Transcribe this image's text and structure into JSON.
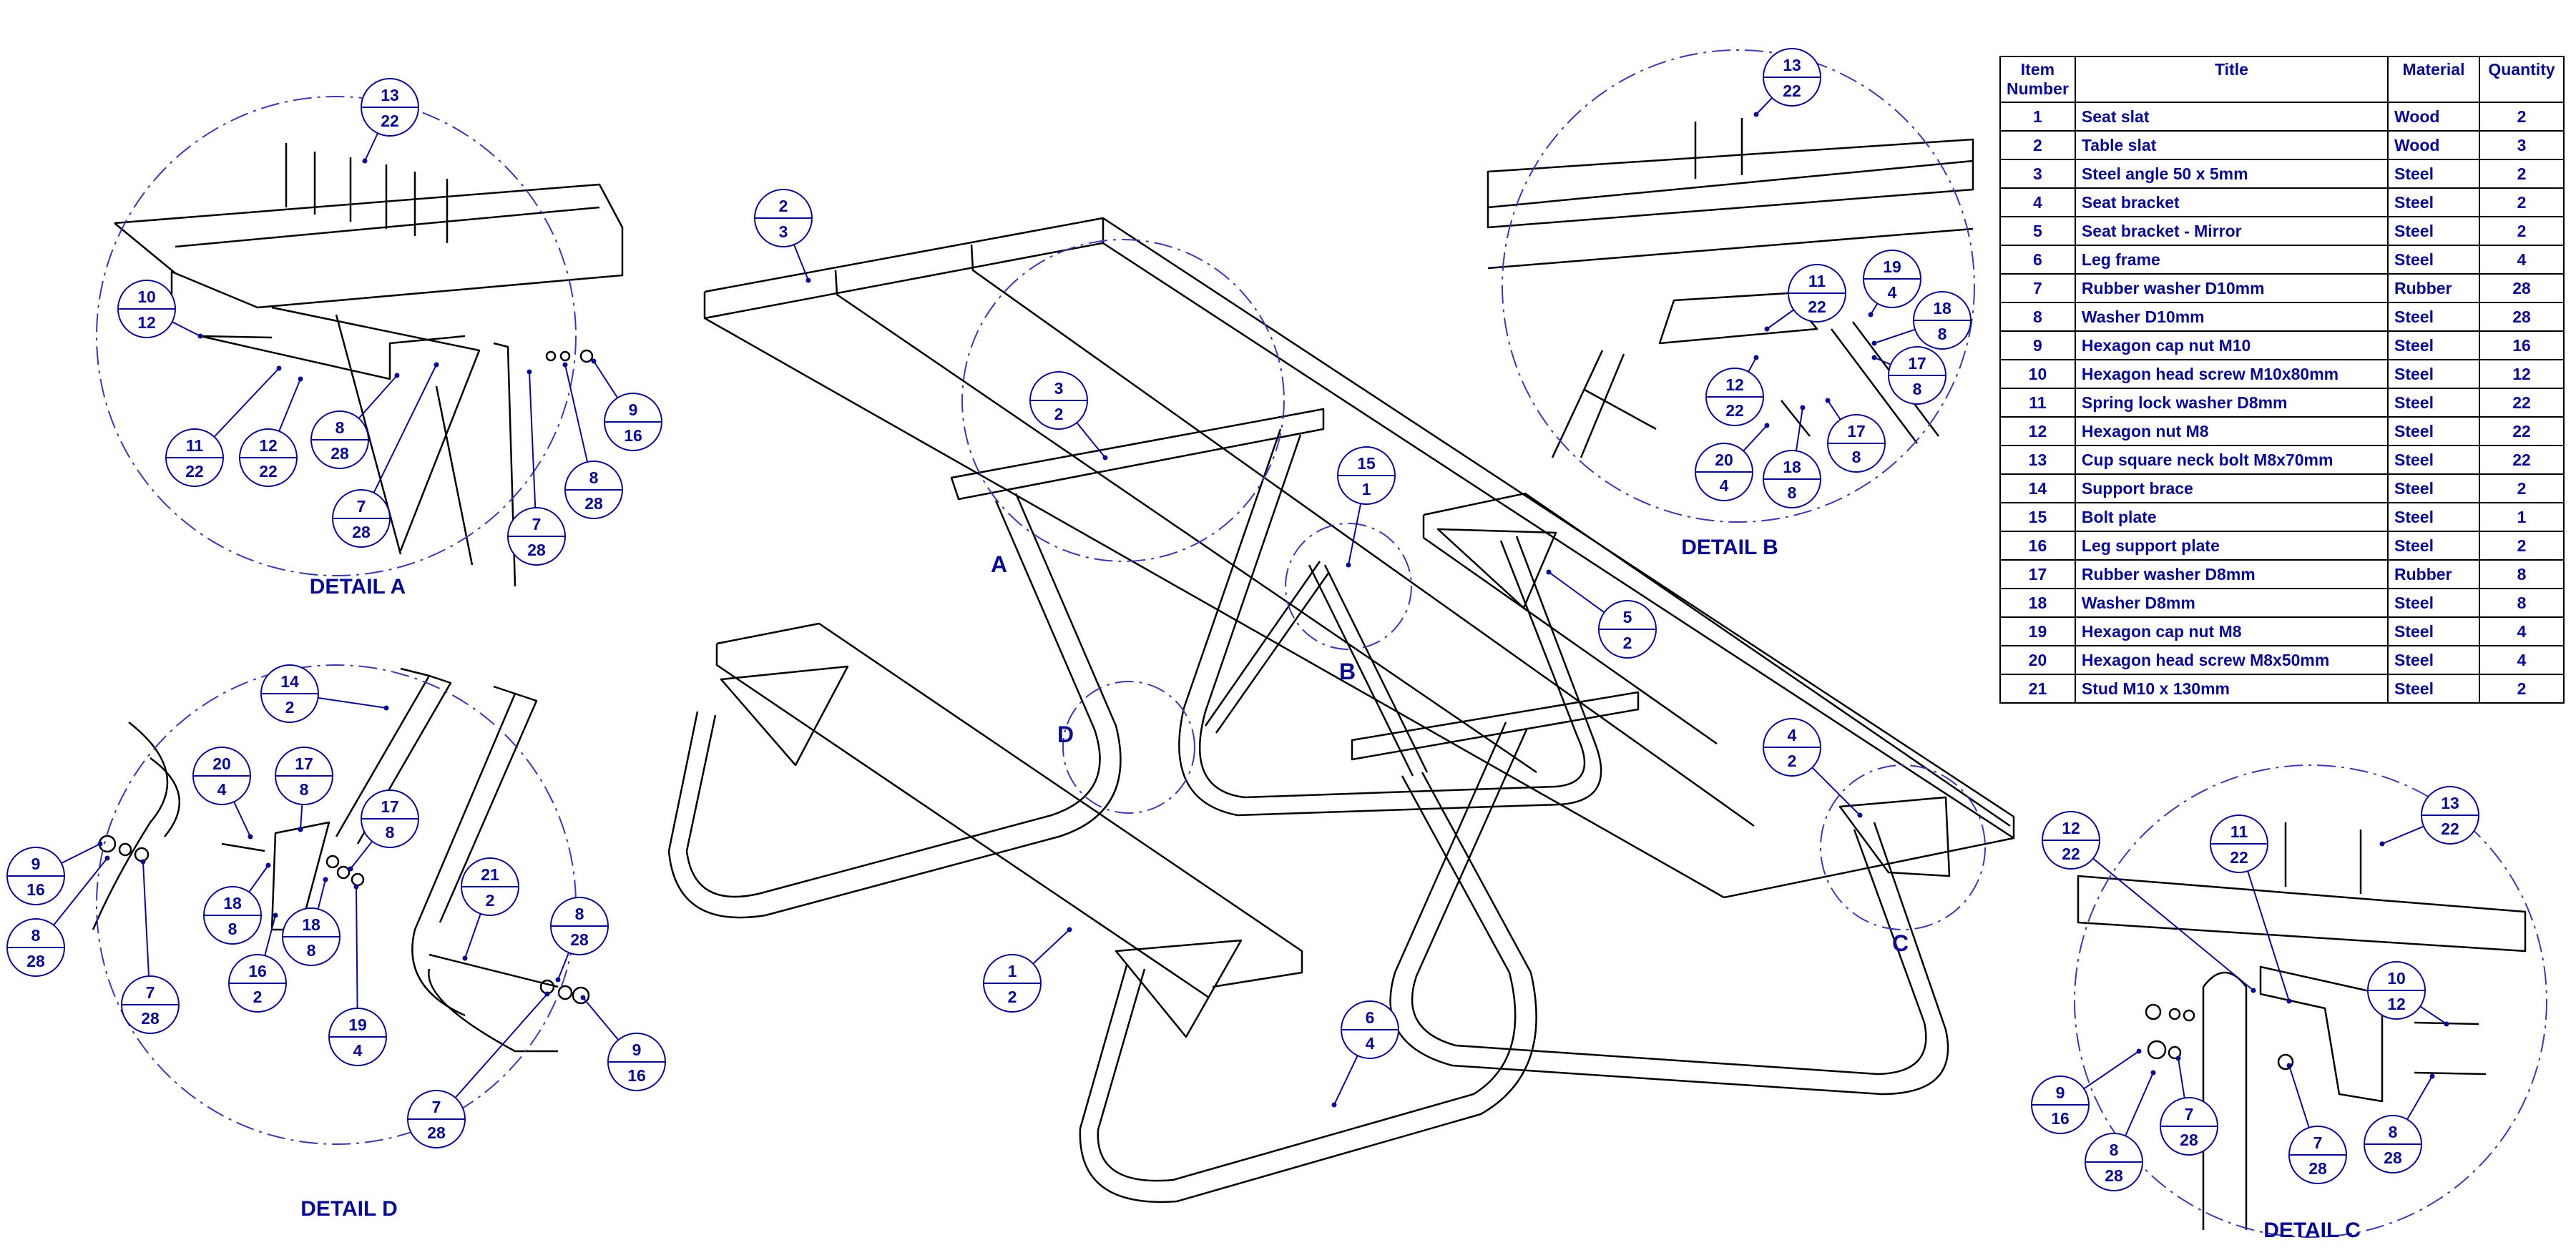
{
  "bom": {
    "headers": [
      "Item Number",
      "Title",
      "Material",
      "Quantity"
    ],
    "rows": [
      {
        "item": "1",
        "title": "Seat slat",
        "material": "Wood",
        "qty": "2"
      },
      {
        "item": "2",
        "title": "Table slat",
        "material": "Wood",
        "qty": "3"
      },
      {
        "item": "3",
        "title": "Steel angle 50 x 5mm",
        "material": "Steel",
        "qty": "2"
      },
      {
        "item": "4",
        "title": "Seat bracket",
        "material": "Steel",
        "qty": "2"
      },
      {
        "item": "5",
        "title": "Seat bracket - Mirror",
        "material": "Steel",
        "qty": "2"
      },
      {
        "item": "6",
        "title": "Leg frame",
        "material": "Steel",
        "qty": "4"
      },
      {
        "item": "7",
        "title": "Rubber washer D10mm",
        "material": "Rubber",
        "qty": "28"
      },
      {
        "item": "8",
        "title": "Washer D10mm",
        "material": "Steel",
        "qty": "28"
      },
      {
        "item": "9",
        "title": "Hexagon cap nut M10",
        "material": "Steel",
        "qty": "16"
      },
      {
        "item": "10",
        "title": "Hexagon head screw M10x80mm",
        "material": "Steel",
        "qty": "12"
      },
      {
        "item": "11",
        "title": "Spring lock washer D8mm",
        "material": "Steel",
        "qty": "22"
      },
      {
        "item": "12",
        "title": "Hexagon nut M8",
        "material": "Steel",
        "qty": "22"
      },
      {
        "item": "13",
        "title": "Cup square neck bolt M8x70mm",
        "material": "Steel",
        "qty": "22"
      },
      {
        "item": "14",
        "title": "Support brace",
        "material": "Steel",
        "qty": "2"
      },
      {
        "item": "15",
        "title": "Bolt plate",
        "material": "Steel",
        "qty": "1"
      },
      {
        "item": "16",
        "title": "Leg support plate",
        "material": "Steel",
        "qty": "2"
      },
      {
        "item": "17",
        "title": "Rubber washer D8mm",
        "material": "Rubber",
        "qty": "8"
      },
      {
        "item": "18",
        "title": "Washer D8mm",
        "material": "Steel",
        "qty": "8"
      },
      {
        "item": "19",
        "title": "Hexagon cap nut M8",
        "material": "Steel",
        "qty": "4"
      },
      {
        "item": "20",
        "title": "Hexagon head screw M8x50mm",
        "material": "Steel",
        "qty": "4"
      },
      {
        "item": "21",
        "title": "Stud M10 x 130mm",
        "material": "Steel",
        "qty": "2"
      }
    ]
  },
  "details": {
    "a": {
      "title": "DETAIL A",
      "letter": "A"
    },
    "b": {
      "title": "DETAIL B",
      "letter": "B"
    },
    "c": {
      "title": "DETAIL C",
      "letter": "C"
    },
    "d": {
      "title": "DETAIL D",
      "letter": "D"
    }
  },
  "balloons": {
    "main_2": {
      "item": "2",
      "qty": "3"
    },
    "main_3": {
      "item": "3",
      "qty": "2"
    },
    "main_15": {
      "item": "15",
      "qty": "1"
    },
    "main_5": {
      "item": "5",
      "qty": "2"
    },
    "main_4": {
      "item": "4",
      "qty": "2"
    },
    "main_1": {
      "item": "1",
      "qty": "2"
    },
    "main_6": {
      "item": "6",
      "qty": "4"
    },
    "a_13": {
      "item": "13",
      "qty": "22"
    },
    "a_10": {
      "item": "10",
      "qty": "12"
    },
    "a_11": {
      "item": "11",
      "qty": "22"
    },
    "a_12": {
      "item": "12",
      "qty": "22"
    },
    "a_8a": {
      "item": "8",
      "qty": "28"
    },
    "a_7a": {
      "item": "7",
      "qty": "28"
    },
    "a_7b": {
      "item": "7",
      "qty": "28"
    },
    "a_8b": {
      "item": "8",
      "qty": "28"
    },
    "a_9": {
      "item": "9",
      "qty": "16"
    },
    "b_13": {
      "item": "13",
      "qty": "22"
    },
    "b_11": {
      "item": "11",
      "qty": "22"
    },
    "b_19": {
      "item": "19",
      "qty": "4"
    },
    "b_18": {
      "item": "18",
      "qty": "8"
    },
    "b_17a": {
      "item": "17",
      "qty": "8"
    },
    "b_12": {
      "item": "12",
      "qty": "22"
    },
    "b_20": {
      "item": "20",
      "qty": "4"
    },
    "b_18b": {
      "item": "18",
      "qty": "8"
    },
    "b_17b": {
      "item": "17",
      "qty": "8"
    },
    "d_14": {
      "item": "14",
      "qty": "2"
    },
    "d_20": {
      "item": "20",
      "qty": "4"
    },
    "d_17a": {
      "item": "17",
      "qty": "8"
    },
    "d_17b": {
      "item": "17",
      "qty": "8"
    },
    "d_9a": {
      "item": "9",
      "qty": "16"
    },
    "d_8a": {
      "item": "8",
      "qty": "28"
    },
    "d_7a": {
      "item": "7",
      "qty": "28"
    },
    "d_18a": {
      "item": "18",
      "qty": "8"
    },
    "d_16": {
      "item": "16",
      "qty": "2"
    },
    "d_18b": {
      "item": "18",
      "qty": "8"
    },
    "d_19": {
      "item": "19",
      "qty": "4"
    },
    "d_21": {
      "item": "21",
      "qty": "2"
    },
    "d_8b": {
      "item": "8",
      "qty": "28"
    },
    "d_9b": {
      "item": "9",
      "qty": "16"
    },
    "d_7b": {
      "item": "7",
      "qty": "28"
    },
    "c_12": {
      "item": "12",
      "qty": "22"
    },
    "c_11": {
      "item": "11",
      "qty": "22"
    },
    "c_13": {
      "item": "13",
      "qty": "22"
    },
    "c_10": {
      "item": "10",
      "qty": "12"
    },
    "c_9": {
      "item": "9",
      "qty": "16"
    },
    "c_7a": {
      "item": "7",
      "qty": "28"
    },
    "c_7b": {
      "item": "7",
      "qty": "28"
    },
    "c_8a": {
      "item": "8",
      "qty": "28"
    },
    "c_8b": {
      "item": "8",
      "qty": "28"
    }
  },
  "colors": {
    "annotation": "#0a0a8c",
    "line": "#000000",
    "detail_circle": "#3a3aa8"
  }
}
